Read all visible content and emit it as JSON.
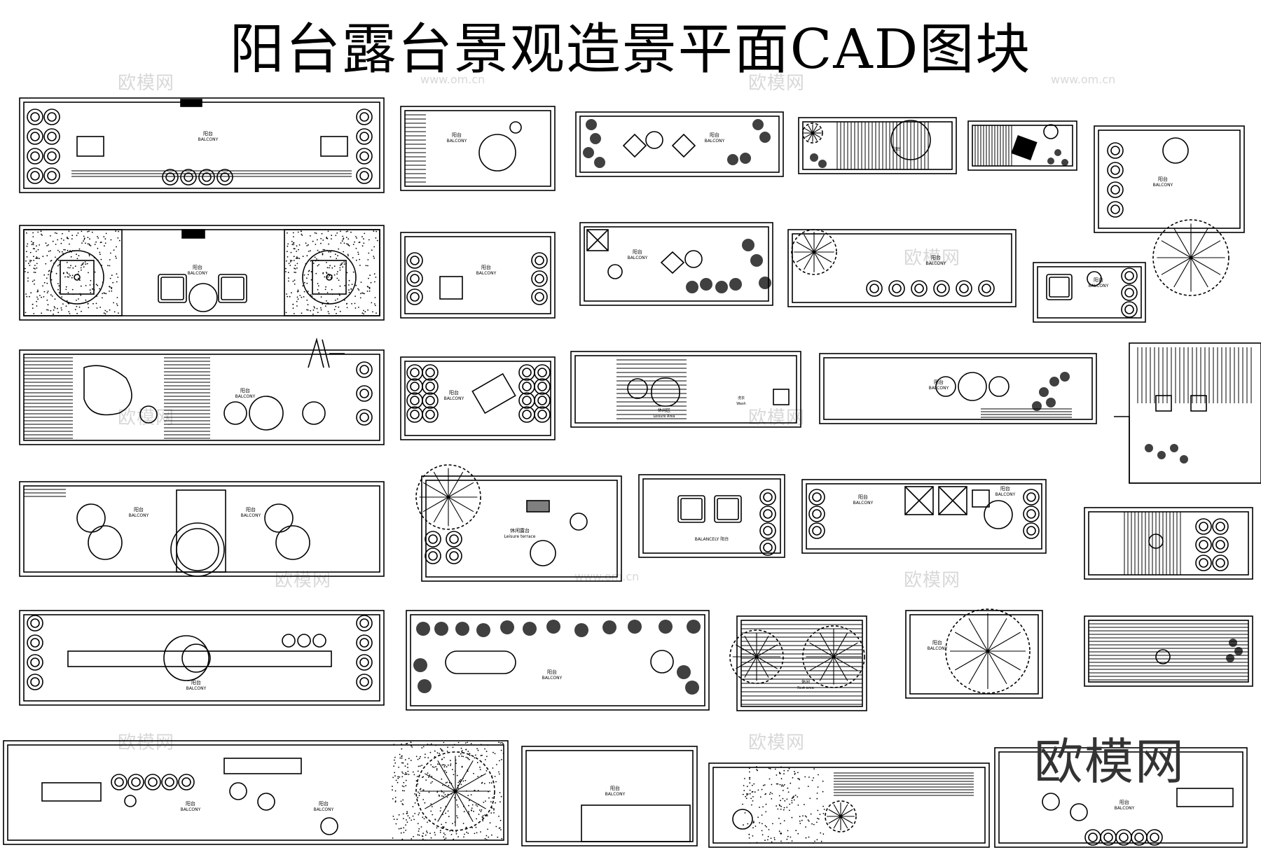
{
  "title": "阳台露台景观造景平面CAD图块",
  "watermark": {
    "brand": "欧模网",
    "url": "www.om.cn"
  },
  "labels": {
    "balcony_cn": "阳台",
    "balcony_en": "BALCONY",
    "leisure_area_cn": "休闲区",
    "leisure_area_en": "Leisure Area",
    "leisure_terrace_cn": "休闲露台",
    "leisure_terrace_en": "Leisure terrace",
    "balancely": "BALANCELY 阳台",
    "rest_area_cn": "休闲",
    "rest_area_en": "Rest area",
    "wash_cn": "洗衣",
    "wash_en": "Wash"
  },
  "colors": {
    "line": "#000000",
    "background": "#ffffff",
    "watermark": "#d8d8d8"
  }
}
